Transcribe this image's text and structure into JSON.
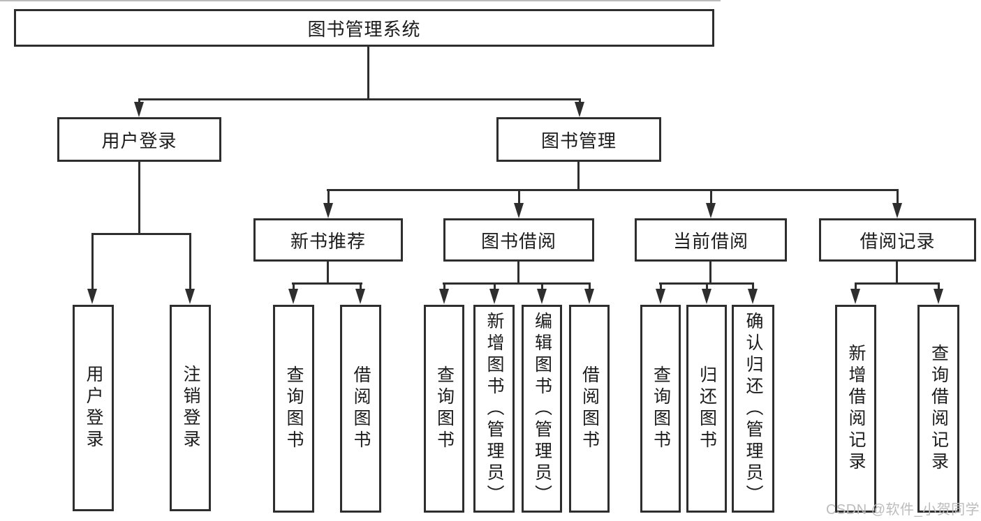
{
  "colors": {
    "line": "#2e2e2e",
    "text": "#1b1b1b",
    "watermark_text": "#bcbcbc"
  },
  "watermark": {
    "text": "CSDN @软件_小贺同学"
  },
  "tree": {
    "label": "图书管理系统",
    "children": [
      {
        "label": "用户登录",
        "children": [
          {
            "label": "用户登录"
          },
          {
            "label": "注销登录"
          }
        ]
      },
      {
        "label": "图书管理",
        "children": [
          {
            "label": "新书推荐",
            "children": [
              {
                "label": "查询图书"
              },
              {
                "label": "借阅图书"
              }
            ]
          },
          {
            "label": "图书借阅",
            "children": [
              {
                "label": "查询图书"
              },
              {
                "label": "新增图书（管理员）"
              },
              {
                "label": "编辑图书（管理员）"
              },
              {
                "label": "借阅图书"
              }
            ]
          },
          {
            "label": "当前借阅",
            "children": [
              {
                "label": "查询图书"
              },
              {
                "label": "归还图书"
              },
              {
                "label": "确认归还（管理员）"
              }
            ]
          },
          {
            "label": "借阅记录",
            "children": [
              {
                "label": "新增借阅记录"
              },
              {
                "label": "查询借阅记录"
              }
            ]
          }
        ]
      }
    ]
  }
}
